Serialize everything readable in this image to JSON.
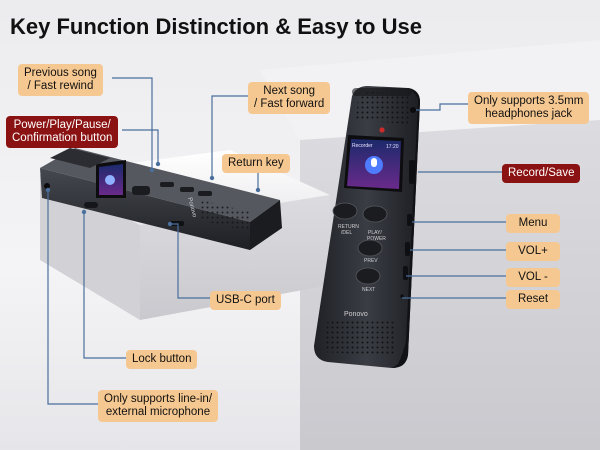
{
  "title": "Key Function Distinction & Easy to Use",
  "brand": "Ponovo",
  "screen_text": {
    "header_left": "Recorder",
    "clock": "17:20"
  },
  "button_prints": {
    "return": [
      "RETURN",
      "/DEL"
    ],
    "play": [
      "PLAY/",
      "POWER"
    ],
    "prev": "PREV",
    "next": "NEXT"
  },
  "labels": {
    "prev_song": [
      "Previous song",
      "/ Fast rewind"
    ],
    "next_song": [
      "Next song",
      "/ Fast forward"
    ],
    "power": [
      "Power/Play/Pause/",
      "Confirmation button"
    ],
    "return_key": "Return key",
    "usbc": "USB-C port",
    "lock": "Lock button",
    "line_in": [
      "Only supports line-in/",
      "external microphone"
    ],
    "headphones": [
      "Only supports 3.5mm",
      "headphones jack"
    ],
    "record": "Record/Save",
    "menu": "Menu",
    "vol_up": "VOL+",
    "vol_down": "VOL -",
    "reset": "Reset"
  },
  "colors": {
    "label_bg": "#f6c891",
    "label_highlight": "#8a1212",
    "leader_line": "#4a6f9c",
    "device_body": "#2b2d33"
  }
}
